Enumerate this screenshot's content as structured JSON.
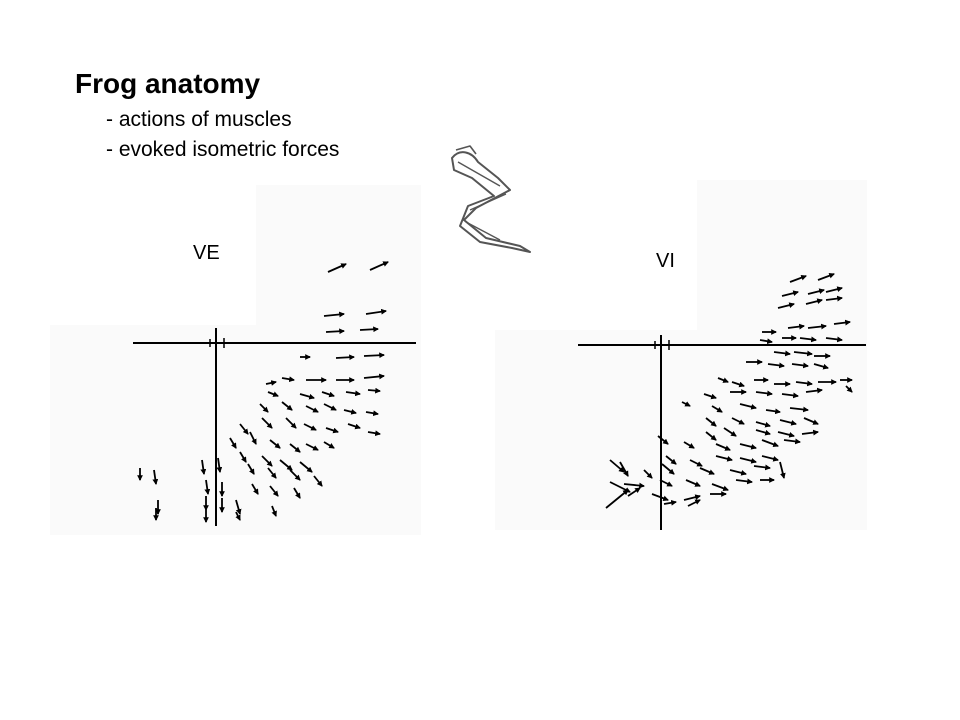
{
  "slide": {
    "title": "Frog anatomy",
    "bullets": [
      "- actions of muscles",
      "- evoked isometric forces"
    ]
  },
  "panels": {
    "ve": {
      "label": "VE"
    },
    "vi": {
      "label": "VI"
    }
  },
  "figure": {
    "leg_icon": "frog-leg-drawing",
    "arrow_color": "#000000"
  }
}
